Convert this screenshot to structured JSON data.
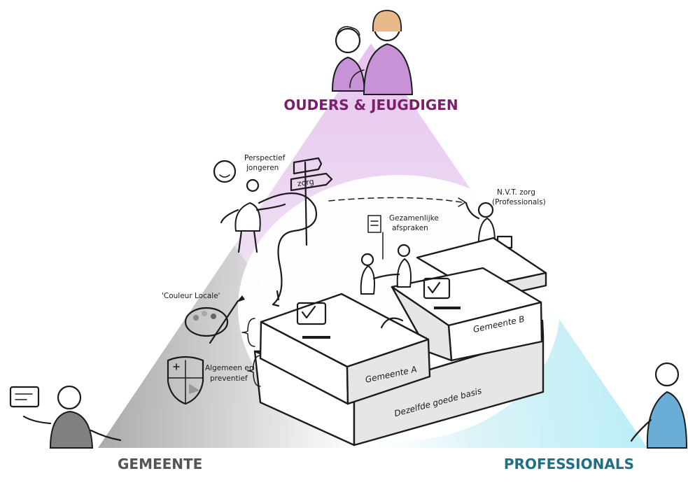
{
  "corners": {
    "top": "OUDERS & JEUGDIGEN",
    "left": "GEMEENTE",
    "right": "PROFESSIONALS"
  },
  "annotations": {
    "perspectief": [
      "Perspectief",
      "jongeren"
    ],
    "signpost": "zorg",
    "nvt_zorg": [
      "N.V.T. zorg",
      "(Professionals)"
    ],
    "gezamenlijke": [
      "Gezamenlijke",
      "afspraken"
    ],
    "couleur_locale": "'Couleur Locale'",
    "algemeen": [
      "Algemeen en",
      "preventief"
    ]
  },
  "platforms": {
    "gemeente_a": "Gemeente A",
    "gemeente_b": "Gemeente B",
    "basis": "Dezelfde goede basis"
  },
  "colors": {
    "purple": "#7a1f6b",
    "purple_fill": "#c893d6",
    "teal": "#1f6f86",
    "teal_fill": "#a9e3ef",
    "grey": "#5a5a5a",
    "blue_shirt": "#6aaed8"
  }
}
